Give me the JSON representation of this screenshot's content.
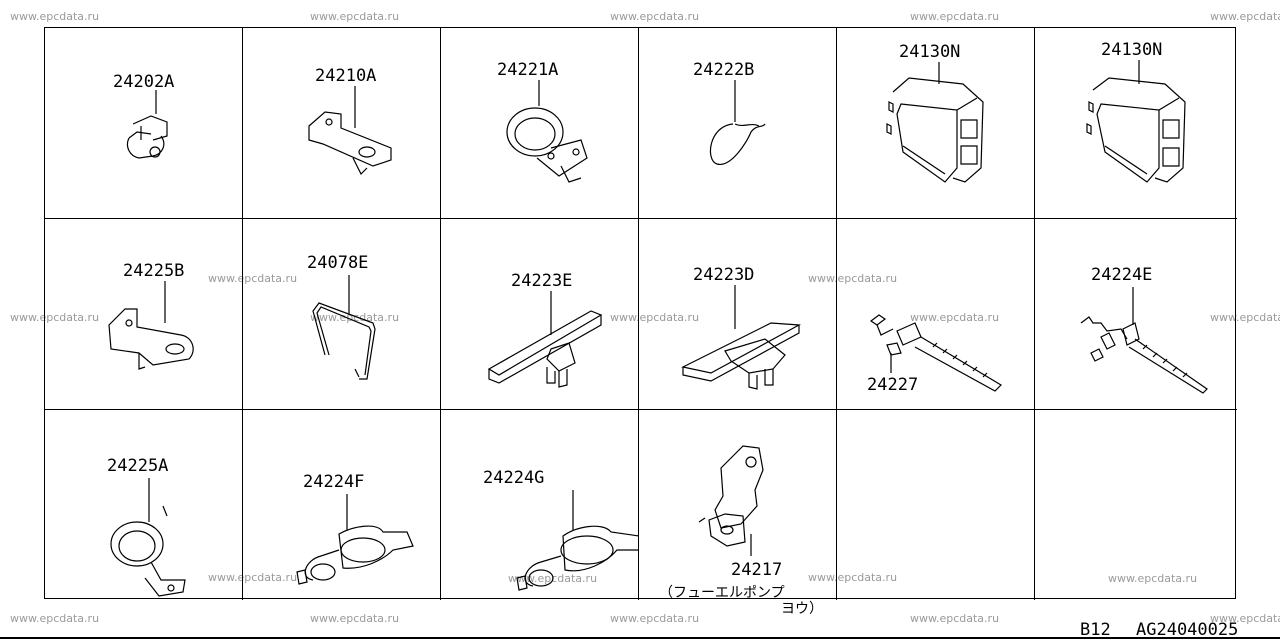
{
  "watermark": "www.epcdata.ru",
  "parts": [
    {
      "id": "24202A"
    },
    {
      "id": "24210A"
    },
    {
      "id": "24221A"
    },
    {
      "id": "24222B"
    },
    {
      "id": "24130N"
    },
    {
      "id": "24130N"
    },
    {
      "id": "24225B"
    },
    {
      "id": "24078E"
    },
    {
      "id": "24223E"
    },
    {
      "id": "24223D"
    },
    {
      "id": "24227"
    },
    {
      "id": "24224E"
    },
    {
      "id": "24225A"
    },
    {
      "id": "24224F"
    },
    {
      "id": "24224G"
    },
    {
      "id": "24217",
      "note_line1": "（フューエルポンプ",
      "note_line2": "ヨウ）"
    }
  ],
  "footer": {
    "left": "B12",
    "right": "AG24040025"
  }
}
